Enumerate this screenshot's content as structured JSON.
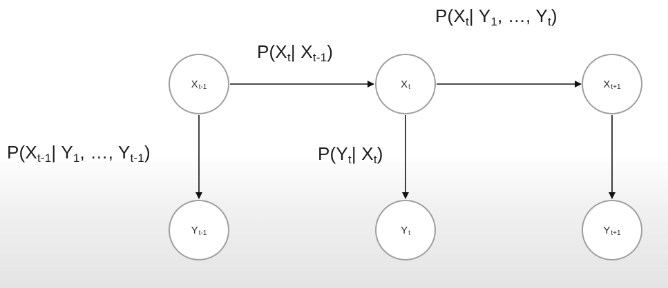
{
  "nodes": {
    "x_prev": {
      "base": "X",
      "sub": "t-1"
    },
    "x_curr": {
      "base": "X",
      "sub": "t"
    },
    "x_next": {
      "base": "X",
      "sub": "t+1"
    },
    "y_prev": {
      "base": "Y",
      "sub": "t-1"
    },
    "y_curr": {
      "base": "Y",
      "sub": "t"
    },
    "y_next": {
      "base": "Y",
      "sub": "t+1"
    }
  },
  "labels": {
    "transition": {
      "p1": "P(X",
      "s1": "t",
      "p2": "| X",
      "s2": "t-1",
      "p3": ")"
    },
    "emission": {
      "p1": "P(Y",
      "s1": "t",
      "p2": "| X",
      "s2": "t",
      "p3": ")"
    },
    "filter_prev": {
      "p1": "P(X",
      "s1": "t-1",
      "p2": "| Y",
      "s2": "1",
      "p3": ",  …, Y",
      "s3": "t-1",
      "p4": ")"
    },
    "filter_curr": {
      "p1": "P(X",
      "s1": "t",
      "p2": "| Y",
      "s2": "1",
      "p3": ",  …, Y",
      "s3": "t",
      "p4": ")"
    }
  },
  "colors": {
    "node_border": "#9e9e9e",
    "arrow": "#111111",
    "text": "#1c1c1c"
  }
}
